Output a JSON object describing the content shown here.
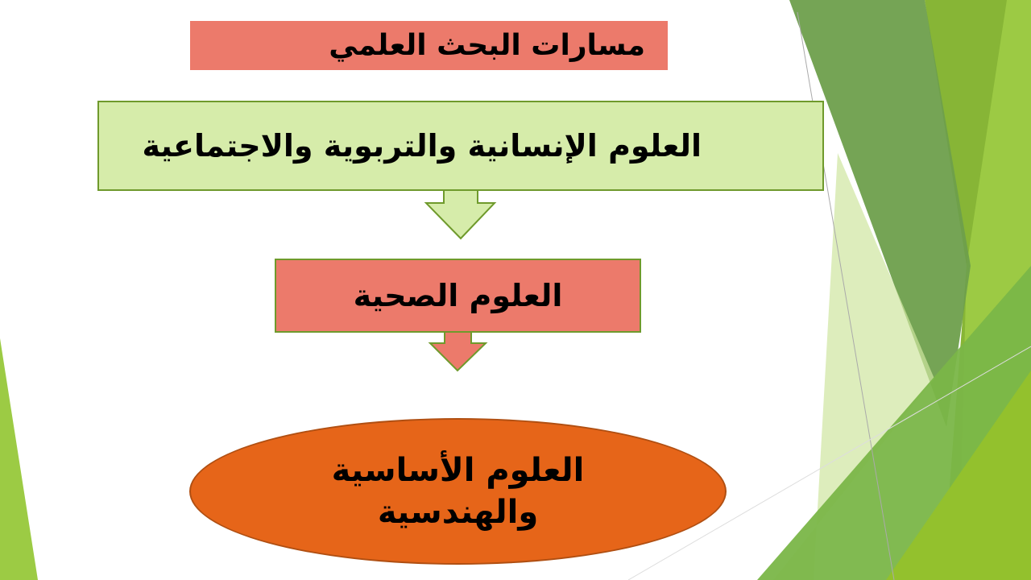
{
  "title": "مسارات البحث العلمي",
  "steps": [
    {
      "label": "العلوم الإنسانية والتربوية والاجتماعية"
    },
    {
      "label": "العلوم الصحية"
    },
    {
      "label_line1": "العلوم الأساسية",
      "label_line2": "والهندسية"
    }
  ],
  "colors": {
    "title_bg": "#ec7a6b",
    "step1_bg": "#d6ecaa",
    "step2_bg": "#ec7a6b",
    "step3_bg": "#e66519"
  }
}
